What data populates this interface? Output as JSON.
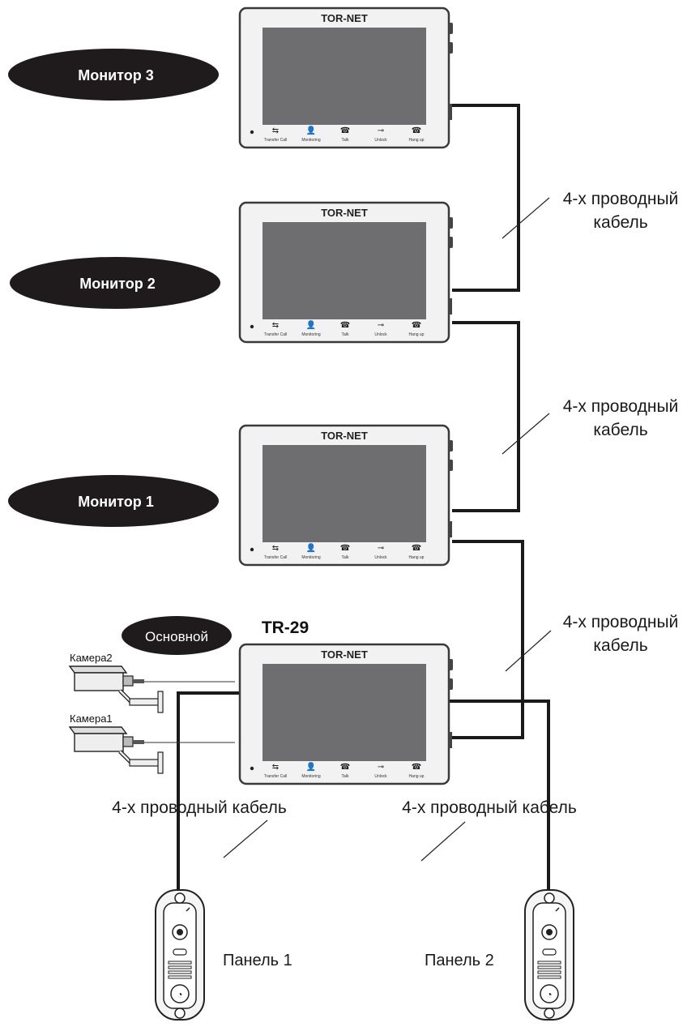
{
  "device": {
    "brand": "TOR-NET",
    "model": "TR-29",
    "main_badge": "Основной",
    "buttons": [
      "Transfer Call",
      "Monitoring",
      "Talk",
      "Unlock",
      "Hang up"
    ]
  },
  "monitors": [
    {
      "label": "Монитор 3"
    },
    {
      "label": "Монитор 2"
    },
    {
      "label": "Монитор 1"
    }
  ],
  "cable_labels": [
    {
      "line1": "4-х проводный",
      "line2": "кабель"
    },
    {
      "line1": "4-х проводный",
      "line2": "кабель"
    },
    {
      "line1": "4-х проводный",
      "line2": "кабель"
    }
  ],
  "bottom_cables": [
    {
      "text": "4-х проводный кабель"
    },
    {
      "text": "4-х проводный кабель"
    }
  ],
  "cameras": [
    {
      "label": "Камера2"
    },
    {
      "label": "Камера1"
    }
  ],
  "panels": [
    {
      "label": "Панель 1"
    },
    {
      "label": "Панель 2"
    }
  ],
  "colors": {
    "label_bg": "#1f1b1c",
    "label_text": "#ffffff",
    "screen": "#6e6e70",
    "wire": "#1a1a1a"
  }
}
